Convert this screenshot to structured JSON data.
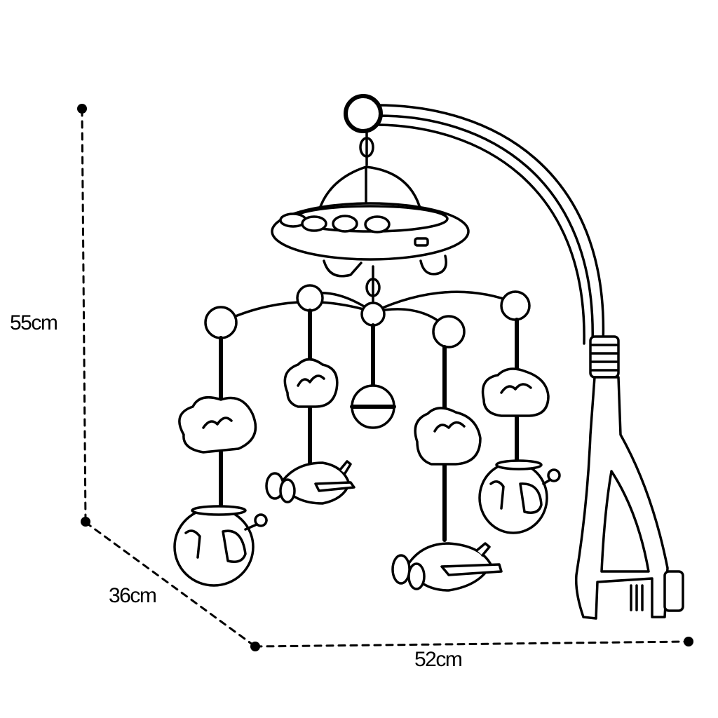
{
  "dimensions": {
    "height": "55cm",
    "depth": "36cm",
    "width": "52cm"
  },
  "colors": {
    "line": "#000000",
    "fill": "#ffffff"
  }
}
